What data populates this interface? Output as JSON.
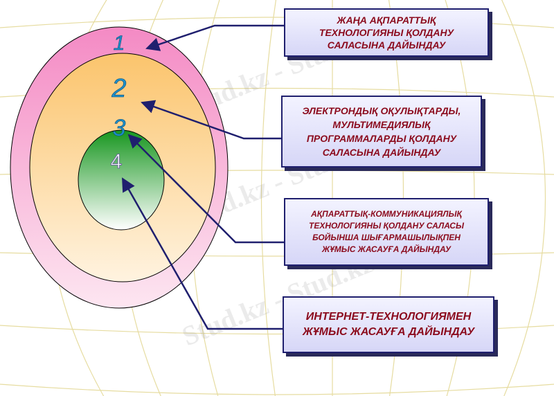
{
  "rings": [
    {
      "number": "1",
      "color": "#f4a6cf"
    },
    {
      "number": "2",
      "color": "#fbd38a"
    },
    {
      "number": "3",
      "color": "#1f9e2a"
    },
    {
      "number": "4",
      "color": "#ffffff"
    }
  ],
  "boxes": [
    {
      "text": "ЖАҢА АҚПАРАТТЫҚ\nТЕХНОЛОГИЯНЫ ҚОЛДАНУ\nСАЛАСЫНА  ДАЙЫНДАУ"
    },
    {
      "text": "ЭЛЕКТРОНДЫҚ ОҚУЛЫҚТАРДЫ,\nМУЛЬТИМЕДИЯЛЫҚ\nПРОГРАММАЛАРДЫ ҚОЛДАНУ\nСАЛАСЫНА ДАЙЫНДАУ"
    },
    {
      "text": "АҚПАРАТТЫҚ-КОММУНИКАЦИЯЛЫҚ\nТЕХНОЛОГИЯНЫ ҚОЛДАНУ САЛАСЫ\nБОЙЫНША ШЫҒАРМАШЫЛЫҚПЕН\nЖҰМЫС ЖАСАУҒА ДАЙЫНДАУ"
    },
    {
      "text": "ИНТЕРНЕТ-ТЕХНОЛОГИЯМЕН\nЖҰМЫС ЖАСАУҒА ДАЙЫНДАУ"
    }
  ],
  "watermark": {
    "text": "Stud.kz - Stud.kz"
  },
  "colors": {
    "box_text": "#8b0a1c",
    "arrow": "#1f1f6e",
    "number_blue": "#1e90c8",
    "number_grey": "#7a7aa0",
    "grid_line": "#e6dca0"
  }
}
